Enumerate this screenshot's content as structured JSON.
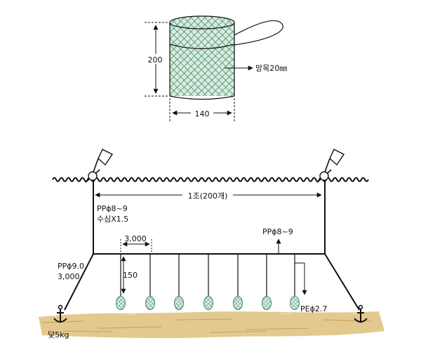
{
  "top_detail": {
    "height_label": "200",
    "width_label": "140",
    "mesh_label": "망목20㎜"
  },
  "layout_labels": {
    "set_length": "1조(200개)",
    "vertical_rope_line1": "PPϕ8~9",
    "vertical_rope_line2": "수심X1.5",
    "spacing": "3,000",
    "branch_length": "150",
    "main_line": "PPϕ8~9",
    "anchor_line_line1": "PPϕ9.0",
    "anchor_line_line2": "3,000",
    "branch_line": "PEϕ2.7",
    "anchor_weight": "닻5kg"
  },
  "colors": {
    "net": "#3e8a68",
    "net_bg": "#d8ecdf",
    "sand": "#e3c98e",
    "ink": "#111111"
  }
}
